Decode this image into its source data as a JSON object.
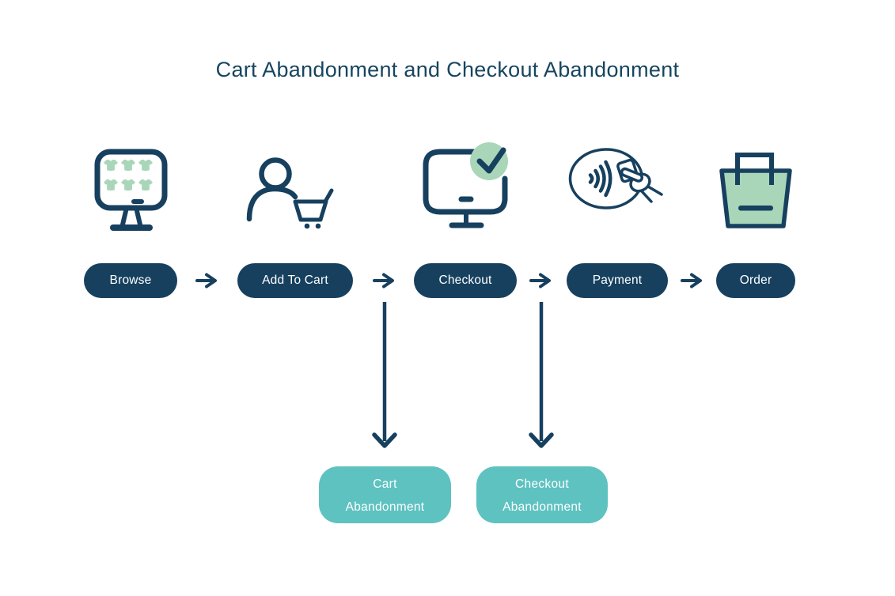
{
  "title": "Cart Abandonment and Checkout Abandonment",
  "colors": {
    "navy": "#17405F",
    "green": "#A9D6B9",
    "teal": "#5EC2C1",
    "title": "#17455F"
  },
  "steps": [
    {
      "label": "Browse",
      "icon": "monitor-products-icon"
    },
    {
      "label": "Add To Cart",
      "icon": "person-add-to-cart-icon"
    },
    {
      "label": "Checkout",
      "icon": "monitor-checkmark-icon"
    },
    {
      "label": "Payment",
      "icon": "contactless-payment-icon"
    },
    {
      "label": "Order",
      "icon": "shopping-bag-icon"
    }
  ],
  "abandonment_boxes": [
    {
      "line1": "Cart",
      "line2": "Abandonment"
    },
    {
      "line1": "Checkout",
      "line2": "Abandonment"
    }
  ]
}
